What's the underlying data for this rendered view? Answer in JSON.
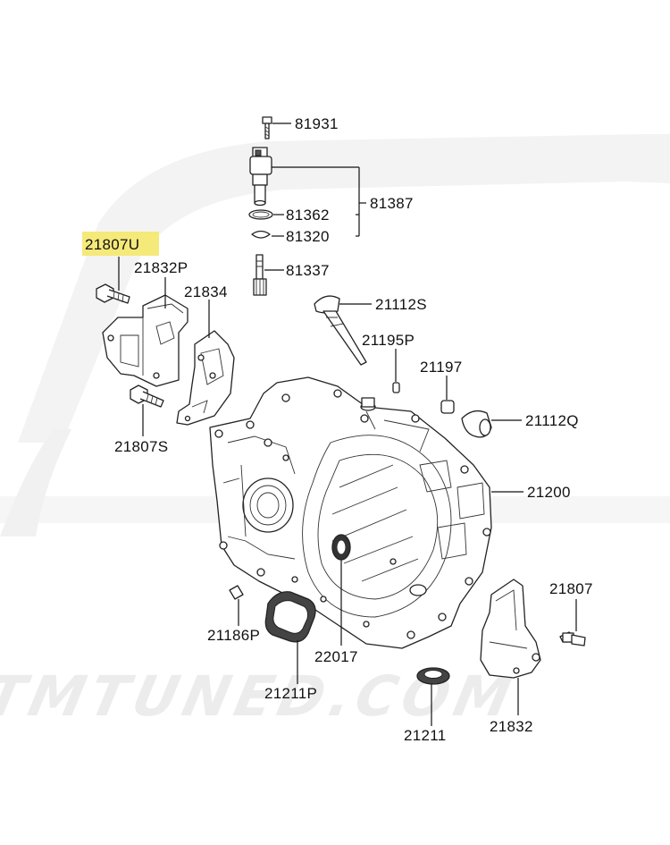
{
  "watermark": {
    "text": "STMTUNED.COM"
  },
  "highlight": {
    "color": "#f5e97a"
  },
  "parts": [
    {
      "id": "81931",
      "label": "81931"
    },
    {
      "id": "81387",
      "label": "81387"
    },
    {
      "id": "81362",
      "label": "81362"
    },
    {
      "id": "81320",
      "label": "81320"
    },
    {
      "id": "21807U",
      "label": "21807U",
      "highlighted": true
    },
    {
      "id": "21832P",
      "label": "21832P"
    },
    {
      "id": "81337",
      "label": "81337"
    },
    {
      "id": "21834",
      "label": "21834"
    },
    {
      "id": "21112S",
      "label": "21112S"
    },
    {
      "id": "21195P",
      "label": "21195P"
    },
    {
      "id": "21197",
      "label": "21197"
    },
    {
      "id": "21112Q",
      "label": "21112Q"
    },
    {
      "id": "21807S",
      "label": "21807S"
    },
    {
      "id": "21200",
      "label": "21200"
    },
    {
      "id": "21807",
      "label": "21807"
    },
    {
      "id": "21186P",
      "label": "21186P"
    },
    {
      "id": "22017",
      "label": "22017"
    },
    {
      "id": "21211P",
      "label": "21211P"
    },
    {
      "id": "21211",
      "label": "21211"
    },
    {
      "id": "21832",
      "label": "21832"
    }
  ]
}
